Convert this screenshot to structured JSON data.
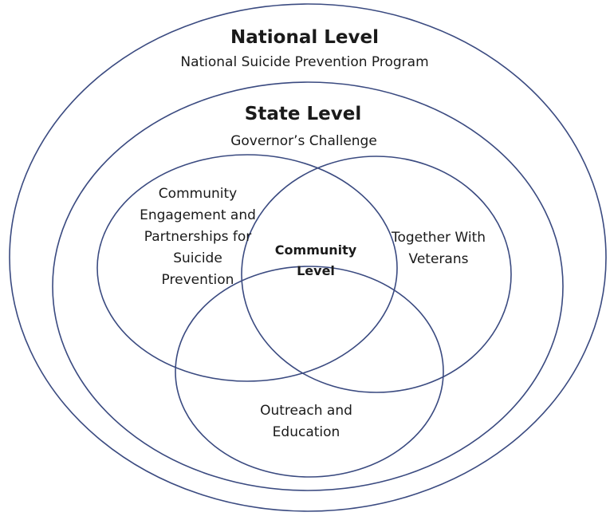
{
  "colors": {
    "ring_stroke": "#3a4a80",
    "text": "#1a1a1a",
    "background": "#ffffff"
  },
  "national": {
    "title": "National Level",
    "subtitle": "National Suicide Prevention Program"
  },
  "state": {
    "title": "State Level",
    "subtitle": "Governor’s Challenge"
  },
  "community": {
    "title_lines": [
      "Community",
      "Level"
    ]
  },
  "circles": {
    "engagement": {
      "lines": [
        "Community",
        "Engagement and",
        "Partnerships for",
        "Suicide",
        "Prevention"
      ]
    },
    "veterans": {
      "lines": [
        "Together With",
        "Veterans"
      ]
    },
    "outreach": {
      "lines": [
        "Outreach and",
        "Education"
      ]
    }
  }
}
